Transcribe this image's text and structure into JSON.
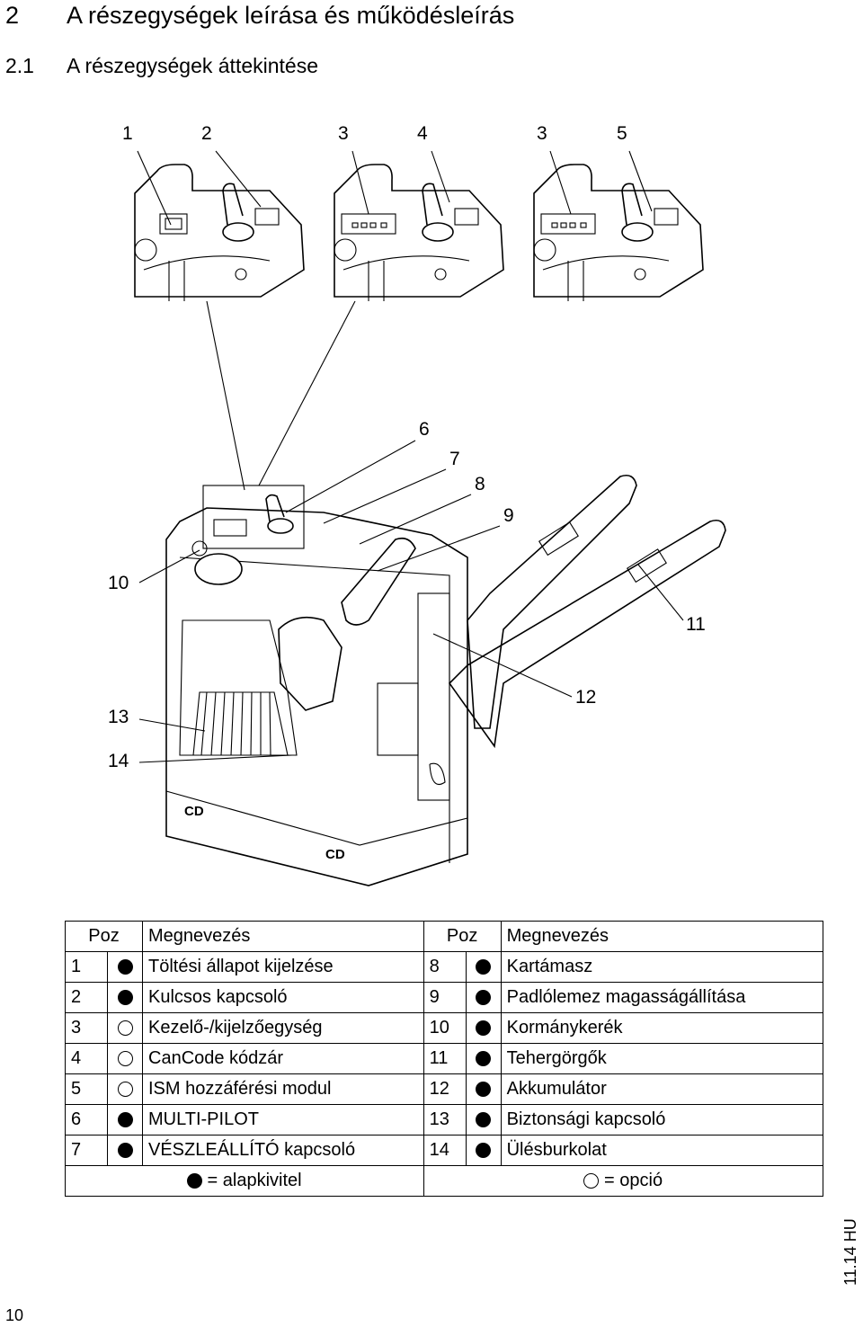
{
  "heading1": {
    "number": "2",
    "title": "A részegységek leírása és működésleírás"
  },
  "heading2": {
    "number": "2.1",
    "title": "A részegységek áttekintése"
  },
  "figure": {
    "callouts_top": [
      "1",
      "2",
      "3",
      "4",
      "3",
      "5"
    ],
    "callouts": {
      "c6": "6",
      "c7": "7",
      "c8": "8",
      "c9": "9",
      "c10": "10",
      "c11": "11",
      "c12": "12",
      "c13": "13",
      "c14": "14"
    }
  },
  "table": {
    "header": {
      "poz": "Poz",
      "name": "Megnevezés"
    },
    "left": [
      {
        "pos": "1",
        "mark": "standard",
        "name": "Töltési állapot kijelzése"
      },
      {
        "pos": "2",
        "mark": "standard",
        "name": "Kulcsos kapcsoló"
      },
      {
        "pos": "3",
        "mark": "option",
        "name": "Kezelő-/kijelzőegység"
      },
      {
        "pos": "4",
        "mark": "option",
        "name": "CanCode kódzár"
      },
      {
        "pos": "5",
        "mark": "option",
        "name": "ISM hozzáférési modul"
      },
      {
        "pos": "6",
        "mark": "standard",
        "name": "MULTI-PILOT"
      },
      {
        "pos": "7",
        "mark": "standard",
        "name": "VÉSZLEÁLLÍTÓ kapcsoló"
      }
    ],
    "right": [
      {
        "pos": "8",
        "mark": "standard",
        "name": "Kartámasz"
      },
      {
        "pos": "9",
        "mark": "standard",
        "name": "Padlólemez magasságállítása"
      },
      {
        "pos": "10",
        "mark": "standard",
        "name": "Kormánykerék"
      },
      {
        "pos": "11",
        "mark": "standard",
        "name": "Tehergörgők"
      },
      {
        "pos": "12",
        "mark": "standard",
        "name": "Akkumulátor"
      },
      {
        "pos": "13",
        "mark": "standard",
        "name": "Biztonsági kapcsoló"
      },
      {
        "pos": "14",
        "mark": "standard",
        "name": "Ülésburkolat"
      }
    ],
    "legend": {
      "standard": "= alapkivitel",
      "option": "= opció"
    }
  },
  "footer": {
    "code": "11.14 HU",
    "page": "10"
  }
}
